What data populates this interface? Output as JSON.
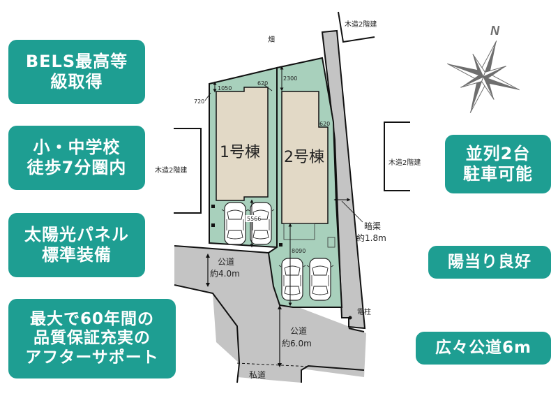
{
  "colors": {
    "badge_bg": "#1e9e92",
    "badge_text": "#ffffff",
    "lot_fill": "#a8d0bc",
    "house_fill": "#e2d9c6",
    "road_fill": "#c4c4c4",
    "compass": "#6e6e6e"
  },
  "badges": {
    "left": [
      {
        "lines": [
          "BELS最高等",
          "級取得"
        ]
      },
      {
        "lines": [
          "小・中学校",
          "徒歩7分圏内"
        ]
      },
      {
        "lines": [
          "太陽光パネル",
          "標準装備"
        ]
      },
      {
        "lines": [
          "最大で60年間の",
          "品質保証充実の",
          "アフターサポート"
        ]
      }
    ],
    "right": [
      {
        "lines": [
          "並列2台",
          "駐車可能"
        ]
      },
      {
        "lines": [
          "陽当り良好"
        ]
      },
      {
        "lines": [
          "広々公道6m"
        ]
      }
    ]
  },
  "compass": {
    "label": "N",
    "icon": "compass-rose-icon"
  },
  "site_plan": {
    "north_label": "畑",
    "neighbors": {
      "top_right": "木造2階建",
      "left": "木造2階建",
      "right": "木造2階建"
    },
    "buildings": {
      "house1": "1号棟",
      "house2": "2号棟"
    },
    "dimensions": {
      "d1050": "1050",
      "d720": "720",
      "d620_top": "620",
      "d2300": "2300",
      "d620_right": "620",
      "d5566": "5566",
      "d8090": "8090"
    },
    "roads": {
      "road_4m_name": "公道",
      "road_4m_width": "約4.0m",
      "road_6m_name": "公道",
      "road_6m_width": "約6.0m",
      "private_road": "私道",
      "culvert_name": "暗渠",
      "culvert_width": "約1.8m",
      "utility_pole": "電柱"
    }
  }
}
